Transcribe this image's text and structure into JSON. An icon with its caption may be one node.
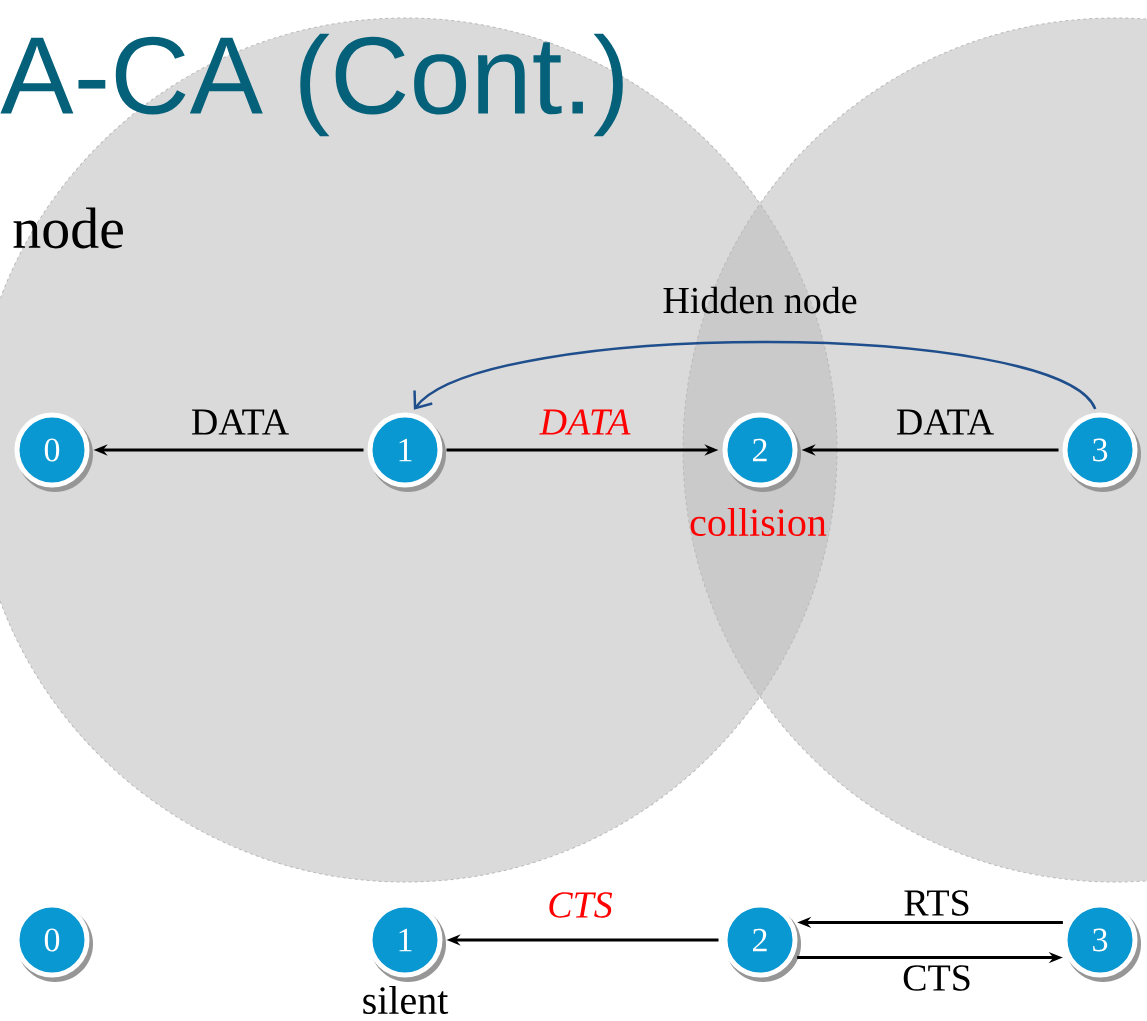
{
  "diagram": {
    "title": "A-CA (Cont.)",
    "nodes": [
      {
        "text": [
          "0"
        ]
      },
      {
        "text": [
          "1"
        ]
      },
      {
        "text": [
          "2"
        ],
        "beside": [
          "collision"
        ]
      },
      {
        "text": [
          "3"
        ]
      },
      {
        "text": [
          "0"
        ]
      },
      {
        "text": [
          "1"
        ],
        "beside": [
          "silent"
        ]
      },
      {
        "text": [
          "2"
        ]
      },
      {
        "text": [
          "3"
        ]
      }
    ],
    "edges": [
      {
        "from": 1,
        "to": 0,
        "arrow": "to",
        "label": "DATA"
      },
      {
        "from": 1,
        "to": 2,
        "arrow": "to",
        "label": "DATA"
      },
      {
        "from": 3,
        "to": 2,
        "arrow": "to",
        "label": "DATA"
      },
      {
        "from": 3,
        "to": 1,
        "arrow": "to",
        "label": "Hidden node",
        "color": "#1f4e8c"
      },
      {
        "from": 6,
        "to": 5,
        "arrow": "to",
        "label": "CTS"
      },
      {
        "from": 7,
        "to": 6,
        "arrow": "to",
        "label": "RTS"
      },
      {
        "from": 6,
        "to": 7,
        "arrow": "to",
        "label": "CTS"
      }
    ],
    "labels": [
      "node"
    ]
  }
}
